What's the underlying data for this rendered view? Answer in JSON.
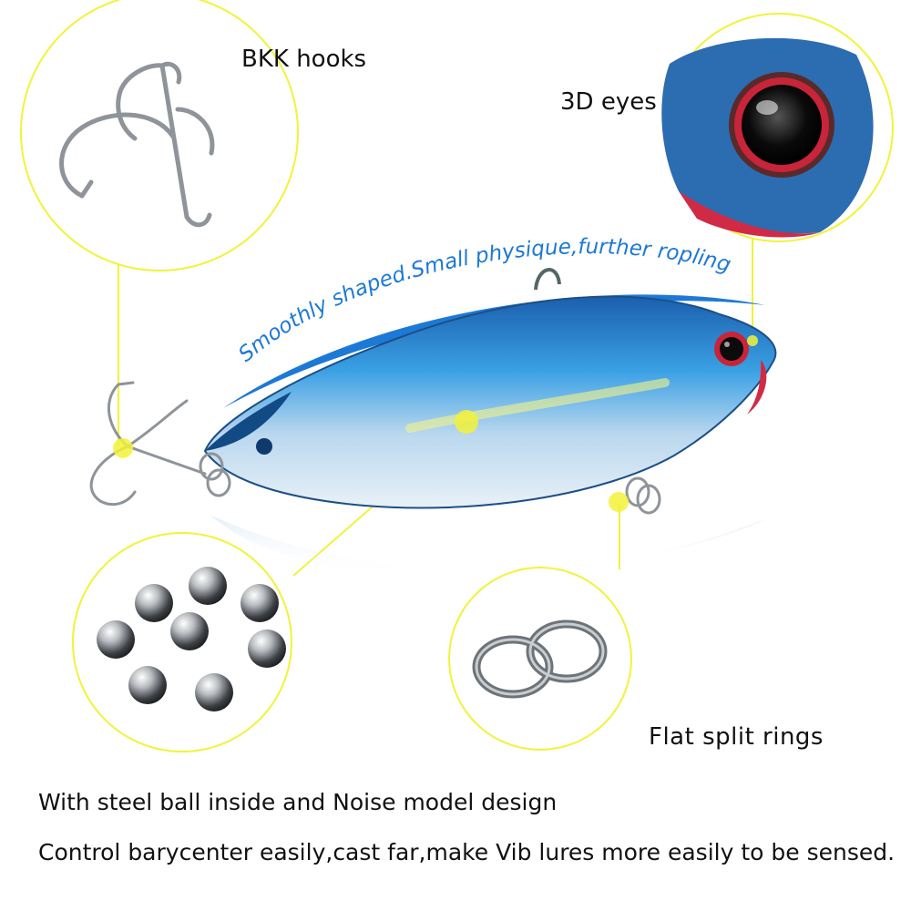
{
  "callouts": {
    "hooks": "BKK hooks",
    "eyes": "3D eyes",
    "rings": "Flat split rings"
  },
  "banner": "Smoothly shaped.Small physique,further ropling",
  "description": {
    "line1": "With steel ball inside and Noise model design",
    "line2": "Control barycenter easily,cast far,make Vib lures more easily to be sensed."
  },
  "colors": {
    "callout_yellow": "#f2f23a",
    "banner_blue": "#1d79d6",
    "lure_blue": "#2f8fd6",
    "lure_belly": "#dbe8f2"
  }
}
